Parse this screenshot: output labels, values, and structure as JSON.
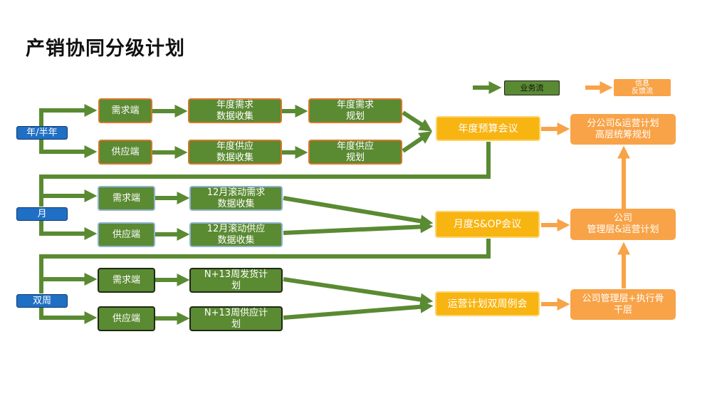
{
  "title": "产销协同分级计划",
  "legend": {
    "business_flow": "业务流",
    "feedback_flow": "信息\n反馈流"
  },
  "colors": {
    "business_arrow": "#5a8a32",
    "feedback_arrow": "#f8a348",
    "period_label": "#1f6fc5",
    "meeting": "#f8b411"
  },
  "rows": {
    "annual": {
      "period": "年/半年",
      "demand": "需求端",
      "supply": "供应端",
      "demand_collect": "年度需求\n数据收集",
      "demand_plan": "年度需求\n规划",
      "supply_collect": "年度供应\n数据收集",
      "supply_plan": "年度供应\n规划",
      "meeting": "年度预算会议",
      "decision": "分公司&运营计划\n高层统筹规划"
    },
    "monthly": {
      "period": "月",
      "demand": "需求端",
      "supply": "供应端",
      "demand_collect": "12月滚动需求\n数据收集",
      "supply_collect": "12月滚动供应\n数据收集",
      "meeting": "月度S&OP会议",
      "decision": "公司\n管理层&运营计划"
    },
    "biweekly": {
      "period": "双周",
      "demand": "需求端",
      "supply": "供应端",
      "demand_plan": "N+13周发货计\n划",
      "supply_plan": "N+13周供应计\n划",
      "meeting": "运营计划双周例会",
      "decision": "公司管理层+执行骨\n干层"
    }
  }
}
